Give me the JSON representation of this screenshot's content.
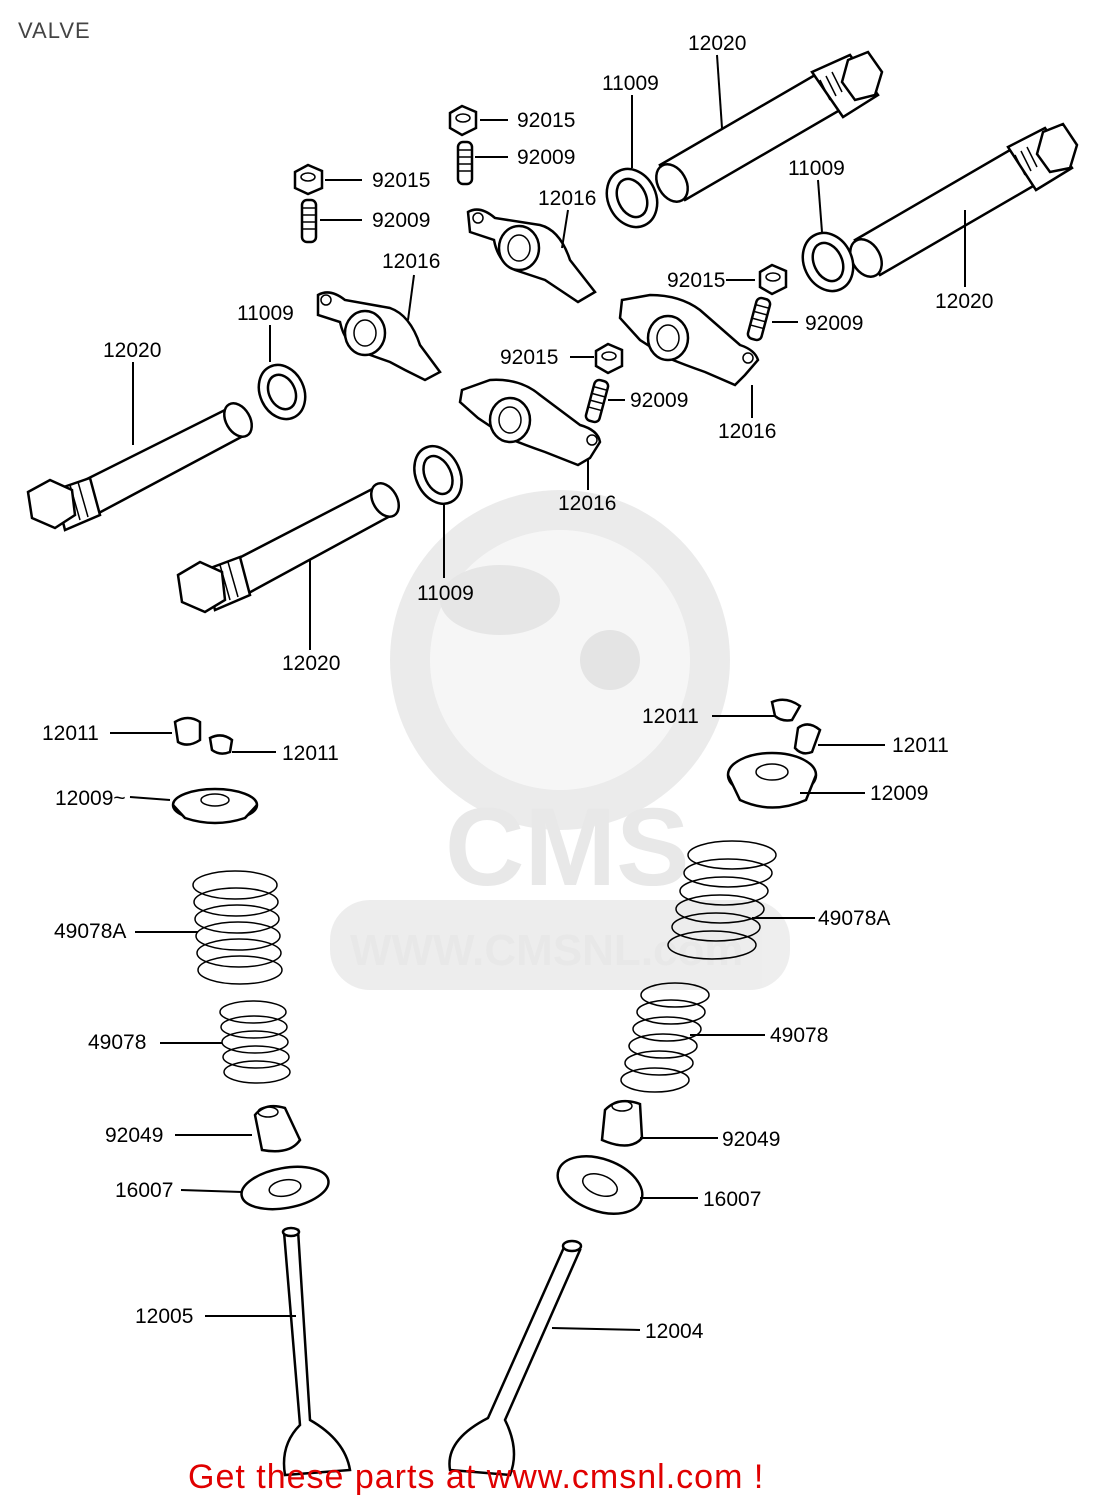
{
  "page": {
    "title": "VALVE",
    "footer": "Get these parts at www.cmsnl.com !"
  },
  "watermark": {
    "logo_text": "CMS",
    "url_text": "WWW.CMSNL.com"
  },
  "parts": {
    "rocker_shaft": "12020",
    "o_ring": "11009",
    "nut": "92015",
    "adjusting_screw": "92009",
    "rocker_arm": "12016",
    "cotter": "12011",
    "spring_retainer": "12009",
    "outer_spring": "49078A",
    "inner_spring": "49078",
    "valve_seal": "92049",
    "spring_seat": "16007",
    "valve_exhaust": "12005",
    "valve_inlet": "12004"
  },
  "callouts": [
    {
      "id": "c1",
      "text": "12020"
    },
    {
      "id": "c2",
      "text": "11009"
    },
    {
      "id": "c3",
      "text": "92015"
    },
    {
      "id": "c4",
      "text": "92009"
    },
    {
      "id": "c5",
      "text": "12016"
    },
    {
      "id": "c6",
      "text": "92015"
    },
    {
      "id": "c7",
      "text": "92009"
    },
    {
      "id": "c8",
      "text": "12016"
    },
    {
      "id": "c9",
      "text": "11009"
    },
    {
      "id": "c10",
      "text": "12020"
    },
    {
      "id": "c11",
      "text": "11009"
    },
    {
      "id": "c12",
      "text": "12020"
    },
    {
      "id": "c13",
      "text": "92015"
    },
    {
      "id": "c14",
      "text": "92009"
    },
    {
      "id": "c15",
      "text": "12016"
    },
    {
      "id": "c16",
      "text": "92015"
    },
    {
      "id": "c17",
      "text": "92009"
    },
    {
      "id": "c18",
      "text": "12016"
    },
    {
      "id": "c19",
      "text": "11009"
    },
    {
      "id": "c20",
      "text": "12020"
    },
    {
      "id": "c21",
      "text": "12011"
    },
    {
      "id": "c22",
      "text": "12011"
    },
    {
      "id": "c23",
      "text": "12009~"
    },
    {
      "id": "c24",
      "text": "49078A"
    },
    {
      "id": "c25",
      "text": "49078"
    },
    {
      "id": "c26",
      "text": "92049"
    },
    {
      "id": "c27",
      "text": "16007"
    },
    {
      "id": "c28",
      "text": "12005"
    },
    {
      "id": "c29",
      "text": "12011"
    },
    {
      "id": "c30",
      "text": "12011"
    },
    {
      "id": "c31",
      "text": "12009"
    },
    {
      "id": "c32",
      "text": "49078A"
    },
    {
      "id": "c33",
      "text": "49078"
    },
    {
      "id": "c34",
      "text": "92049"
    },
    {
      "id": "c35",
      "text": "16007"
    },
    {
      "id": "c36",
      "text": "12004"
    }
  ]
}
